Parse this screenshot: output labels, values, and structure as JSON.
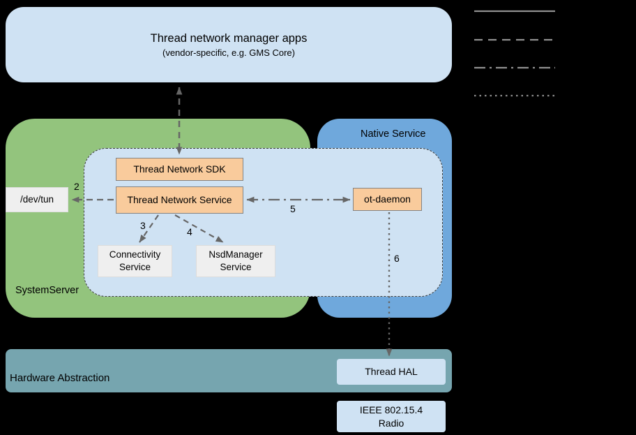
{
  "apps": {
    "title": "Thread network manager apps",
    "subtitle": "(vendor-specific, e.g. GMS Core)"
  },
  "system_server": {
    "label": "SystemServer"
  },
  "native_service": {
    "label": "Native Service"
  },
  "boxes": {
    "thread_sdk": "Thread Network SDK",
    "thread_service": "Thread Network Service",
    "dev_tun": "/dev/tun",
    "connectivity": "Connectivity\nService",
    "nsd": "NsdManager\nService",
    "ot_daemon": "ot-daemon",
    "thread_hal": "Thread HAL",
    "radio": "IEEE 802.15.4\nRadio"
  },
  "hardware": {
    "label": "Hardware Abstraction"
  },
  "arrow_labels": {
    "tun": "2",
    "connectivity": "3",
    "nsd": "4",
    "ot_daemon": "5",
    "thread_hal": "6"
  },
  "legend": {
    "items": [
      {
        "style": "solid"
      },
      {
        "style": "dashed"
      },
      {
        "style": "dash-dot"
      },
      {
        "style": "dotted"
      }
    ]
  },
  "colors": {
    "background": "#000000",
    "light_blue": "#cfe2f3",
    "green": "#93c47d",
    "blue": "#6fa8dc",
    "orange": "#f9cb9c",
    "gray_box": "#efefef",
    "teal": "#76a5af",
    "arrow_gray": "#666666",
    "legend_gray": "#909090"
  }
}
